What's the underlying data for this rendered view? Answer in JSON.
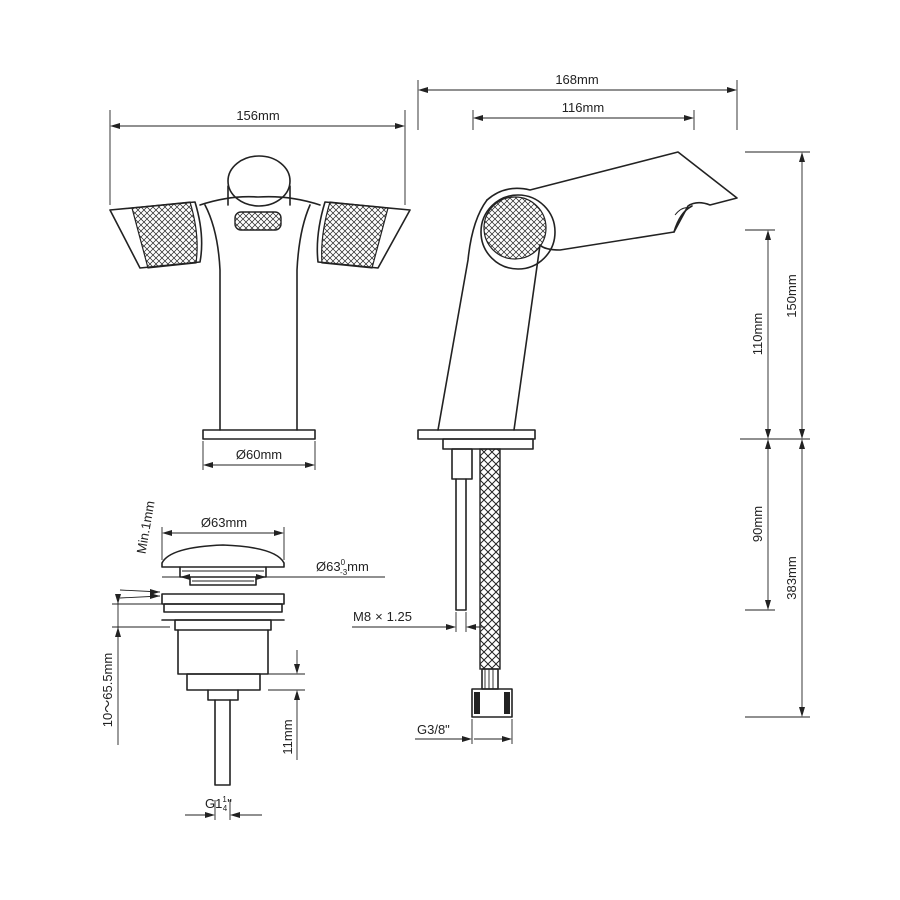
{
  "dimensions": {
    "front_width": "156mm",
    "base_diameter": "Ø60mm",
    "side_total_length": "168mm",
    "spout_length": "116mm",
    "total_height": "150mm",
    "lever_height": "110mm",
    "shank_length": "90mm",
    "hose_length": "383mm",
    "stud_thread": "M8",
    "stud_thread_sep": "×",
    "stud_thread_pitch": "1.25",
    "hose_connector": "G3/8\"",
    "drain_cap_diameter": "Ø63mm",
    "drain_body_diameter_prefix": "Ø63",
    "drain_body_tol_upper": "0",
    "drain_body_tol_lower": "-3",
    "drain_body_diameter_unit": "mm",
    "drain_min_gap": "Min.1mm",
    "drain_thickness_range": "10～65.5mm",
    "drain_collar": "11mm",
    "drain_thread_prefix": "G1",
    "drain_thread_num": "1",
    "drain_thread_den": "4",
    "drain_thread_suffix": "\""
  }
}
